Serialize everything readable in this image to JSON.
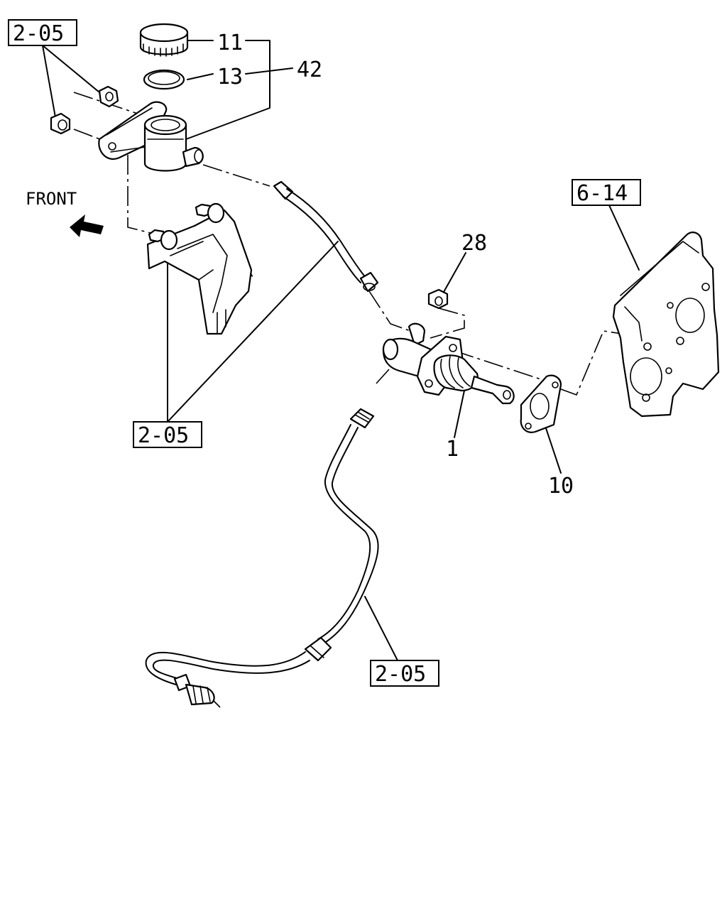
{
  "front_label": "FRONT",
  "references": {
    "ref_top_left": "2-05",
    "ref_right_engine": "6-14",
    "ref_middle": "2-05",
    "ref_bottom": "2-05"
  },
  "callouts": {
    "cap": "11",
    "seal": "13",
    "master_cylinder": "42",
    "nut": "28",
    "slave_cylinder": "1",
    "gasket": "10"
  }
}
